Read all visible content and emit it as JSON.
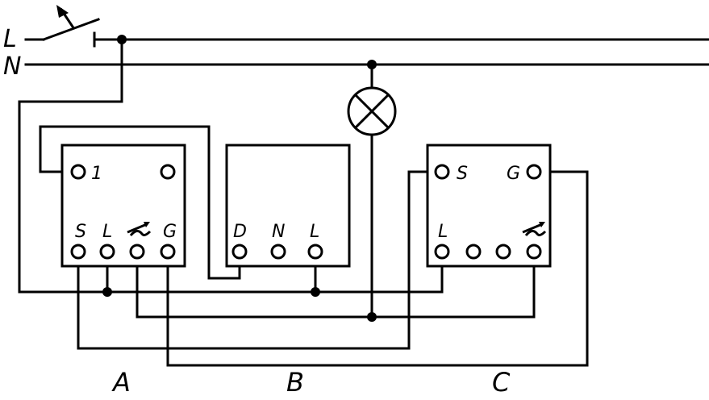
{
  "lines": {
    "phase": "L",
    "neutral": "N"
  },
  "modules": {
    "a": {
      "name": "A",
      "top_left": "1",
      "bottom": [
        "S",
        "L",
        "",
        "G"
      ]
    },
    "b": {
      "name": "B",
      "bottom": [
        "D",
        "N",
        "L"
      ]
    },
    "c": {
      "name": "C",
      "top_left": "S",
      "top_right": "G",
      "bottom_left": "L"
    }
  },
  "icons": [
    "switch-icon",
    "lamp-icon",
    "dimmer-icon"
  ]
}
